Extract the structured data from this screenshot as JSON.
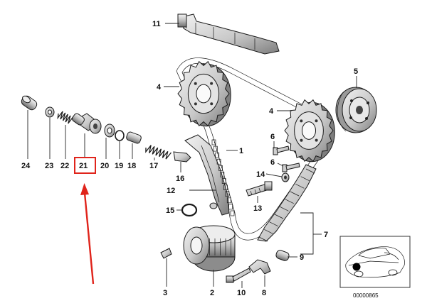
{
  "callouts": [
    "1",
    "2",
    "3",
    "4",
    "4",
    "5",
    "6",
    "6",
    "7",
    "8",
    "9",
    "10",
    "11",
    "12",
    "13",
    "14",
    "15",
    "16",
    "17",
    "18",
    "19",
    "20",
    "21",
    "22",
    "23",
    "24"
  ],
  "highlighted_callout": "21",
  "inset_code": "00000865",
  "colors": {
    "line": "#1a1a1a",
    "part_fill": "#d6d6d6",
    "part_shadow": "#8a8a8a",
    "highlight": "#e0241b",
    "arrow": "#e0241b"
  }
}
